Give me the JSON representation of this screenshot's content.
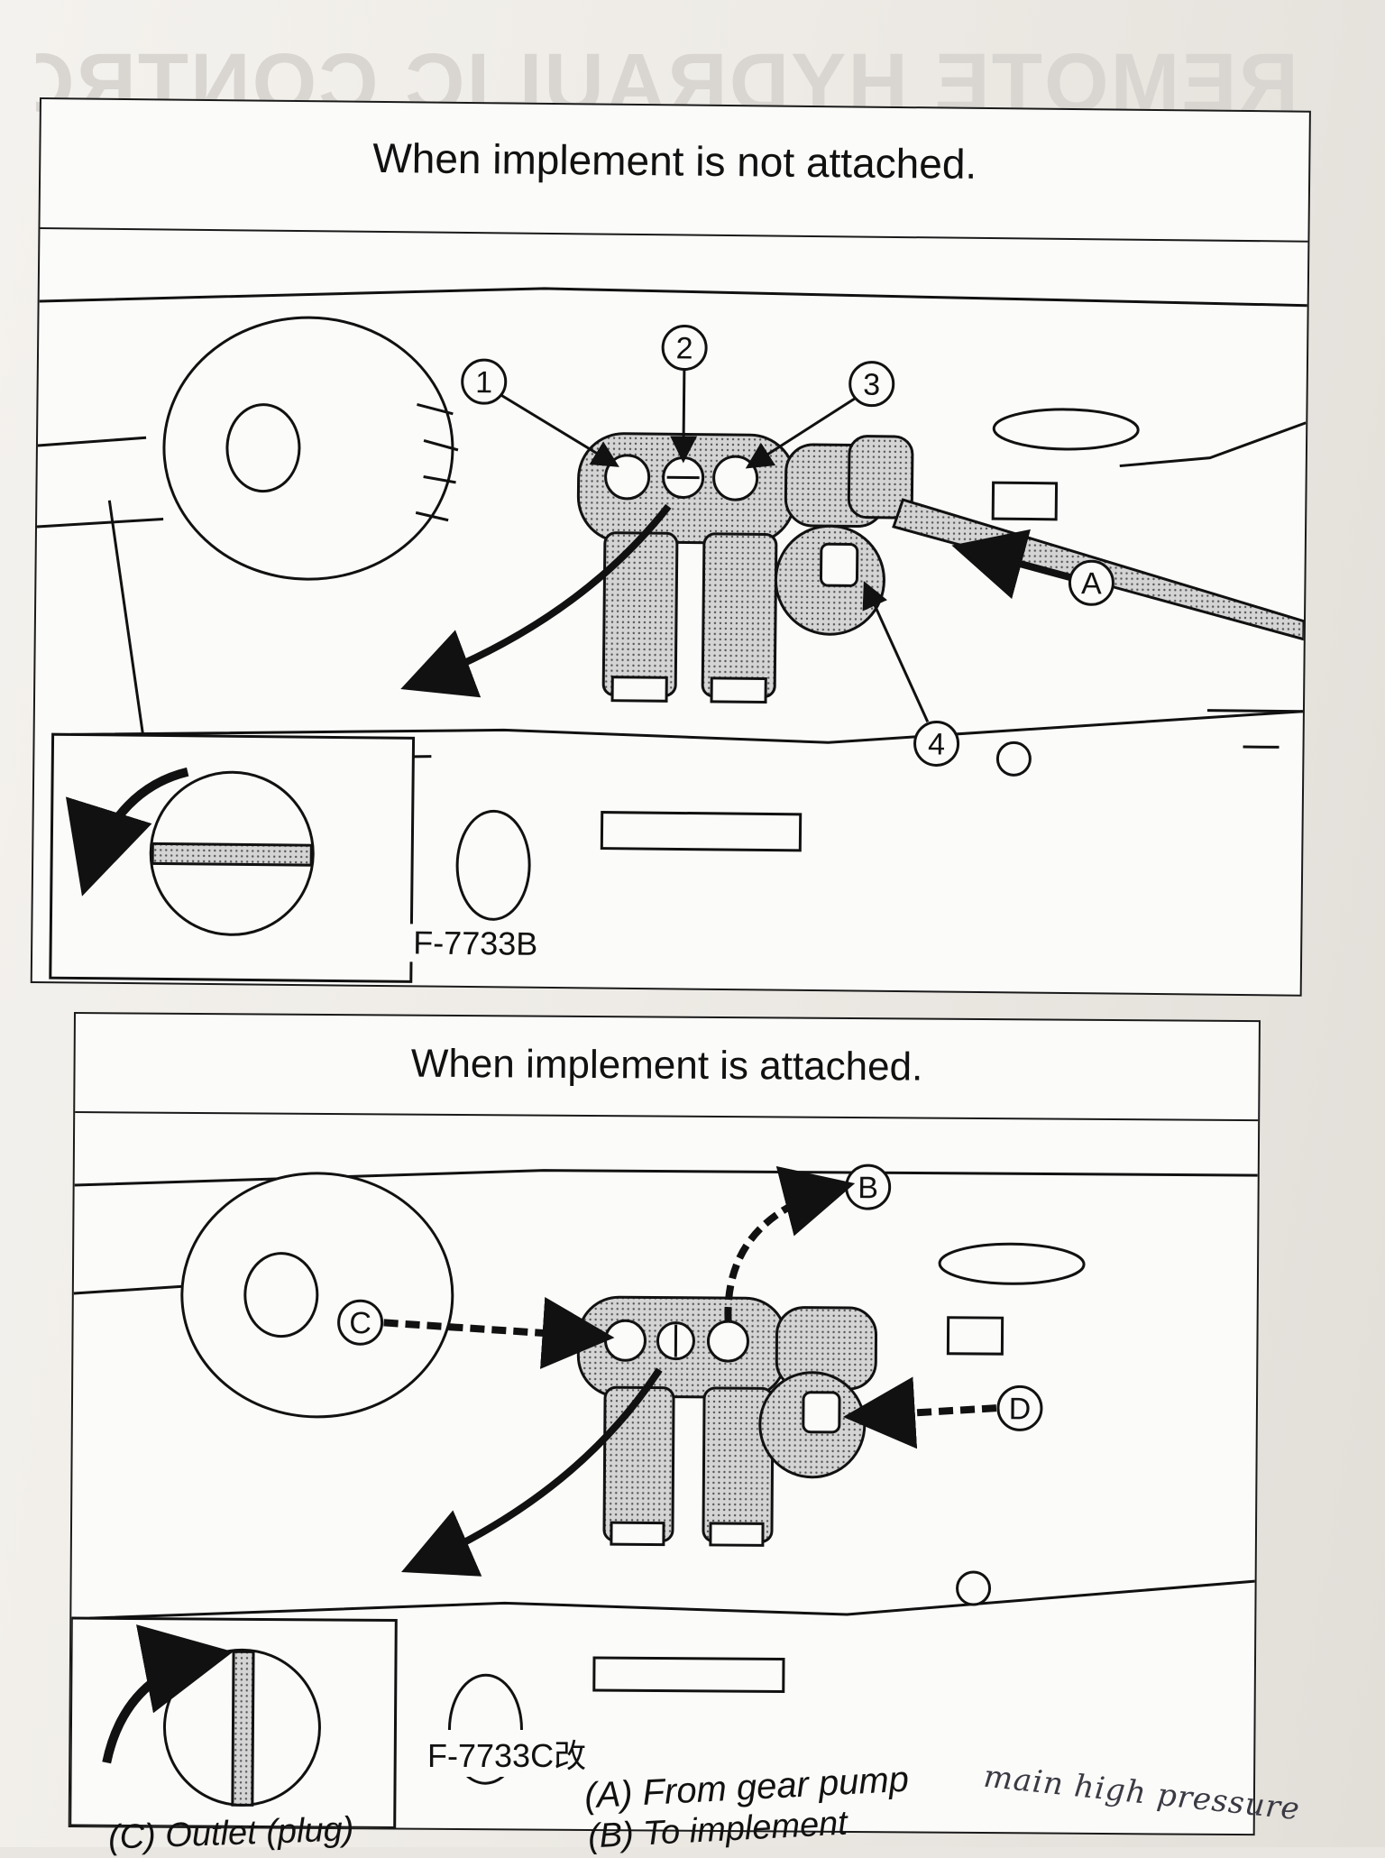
{
  "ghost_heading": "REMOTE HYDRAULIC CONTROL SYSTEM (If equipped)",
  "panels": [
    {
      "caption": "When implement is not attached.",
      "figure_code": "F-7733B",
      "callouts": [
        "1",
        "2",
        "3",
        "4",
        "A"
      ]
    },
    {
      "caption": "When implement is attached.",
      "figure_code": "F-7733C改",
      "callouts": [
        "B",
        "C",
        "D"
      ]
    }
  ],
  "legend": {
    "a": "(A) From gear pump",
    "b": "(B) To implement",
    "c": "(C) Outlet (plug)"
  },
  "handwritten_note": "main high pressure",
  "colors": {
    "paper": "#f4f2ee",
    "ink": "#111111",
    "shading": "#c9c9c9"
  }
}
